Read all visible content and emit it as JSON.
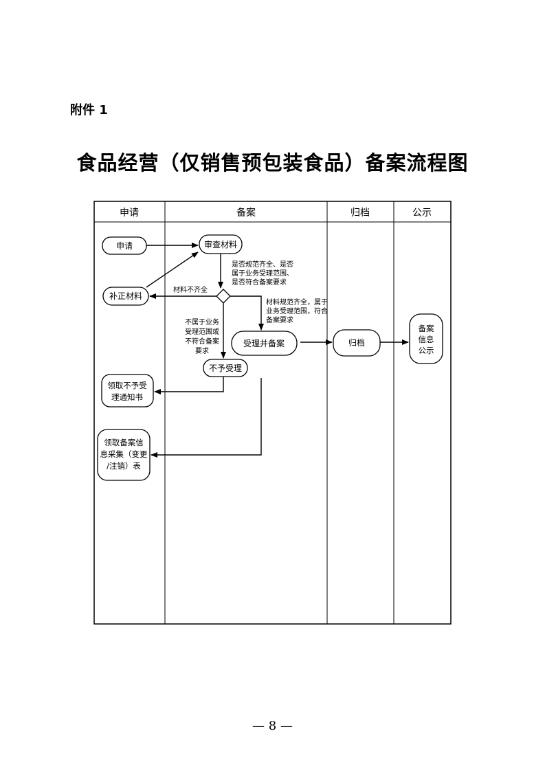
{
  "doc": {
    "attachment_label": "附件 1",
    "title": "食品经营（仅销售预包装食品）备案流程图",
    "page_number": "— 8 —"
  },
  "lanes": [
    "申请",
    "备案",
    "归档",
    "公示"
  ],
  "nodes": {
    "apply": "申请",
    "review": "审查材料",
    "supplement": "补正材料",
    "accept": "受理并备案",
    "reject": "不予受理",
    "notice_1": "领取不予受",
    "notice_2": "理通知书",
    "form_1": "领取备案信",
    "form_2": "息采集（变更",
    "form_3": "/注销）表",
    "archive": "归档",
    "publish_1": "备案",
    "publish_2": "信息",
    "publish_3": "公示"
  },
  "labels": {
    "question_1": "是否规范齐全、是否",
    "question_2": "属于业务受理范围、",
    "question_3": "是否符合备案要求",
    "incomplete": "材料不齐全",
    "ok_1": "材料规范齐全，属于",
    "ok_2": "业务受理范围，符合",
    "ok_3": "备案要求",
    "out_1": "不属于业务",
    "out_2": "受理范围或",
    "out_3": "不符合备案",
    "out_4": "要求"
  }
}
